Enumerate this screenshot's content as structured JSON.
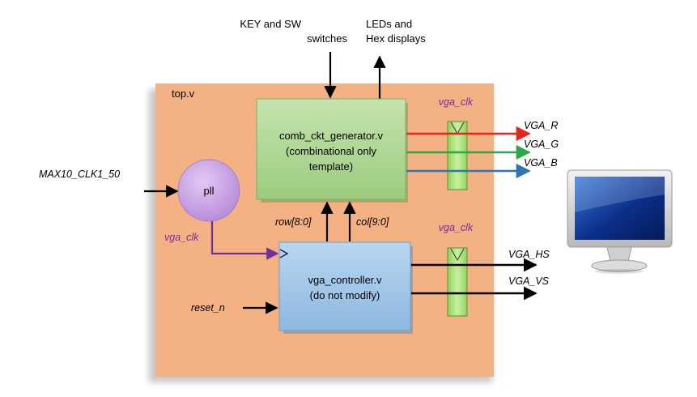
{
  "inputs": {
    "key_sw_line1": "KEY and SW",
    "key_sw_line2": "switches",
    "leds_line1": "LEDs and",
    "leds_line2": "Hex displays",
    "clock": "MAX10_CLK1_50",
    "reset": "reset_n"
  },
  "top_module": {
    "label": "top.v"
  },
  "generator": {
    "line1": "comb_ckt_generator.v",
    "line2": "(combinational only",
    "line3": "template)"
  },
  "controller": {
    "line1": "vga_controller.v",
    "line2": "(do not modify)"
  },
  "pll": {
    "label": "pll",
    "out_clock": "vga_clk"
  },
  "bus": {
    "row": "row[8:0]",
    "col": "col[9:0]"
  },
  "registers": {
    "top_clock": "vga_clk",
    "bottom_clock": "vga_clk"
  },
  "outputs": {
    "r": "VGA_R",
    "g": "VGA_G",
    "b": "VGA_B",
    "hs": "VGA_HS",
    "vs": "VGA_VS"
  },
  "colors": {
    "top_bg": "#f4b183",
    "generator_fill": "#a9d18e",
    "controller_fill": "#9dc3e6",
    "pll_fill": "#c9a0e8",
    "reg_fill": "#a9e07a",
    "red_wire": "#e8231f",
    "green_wire": "#2ea84a",
    "blue_wire": "#2e75b6",
    "clk_wire": "#7030a0"
  },
  "icons": {
    "monitor": "monitor-icon"
  }
}
